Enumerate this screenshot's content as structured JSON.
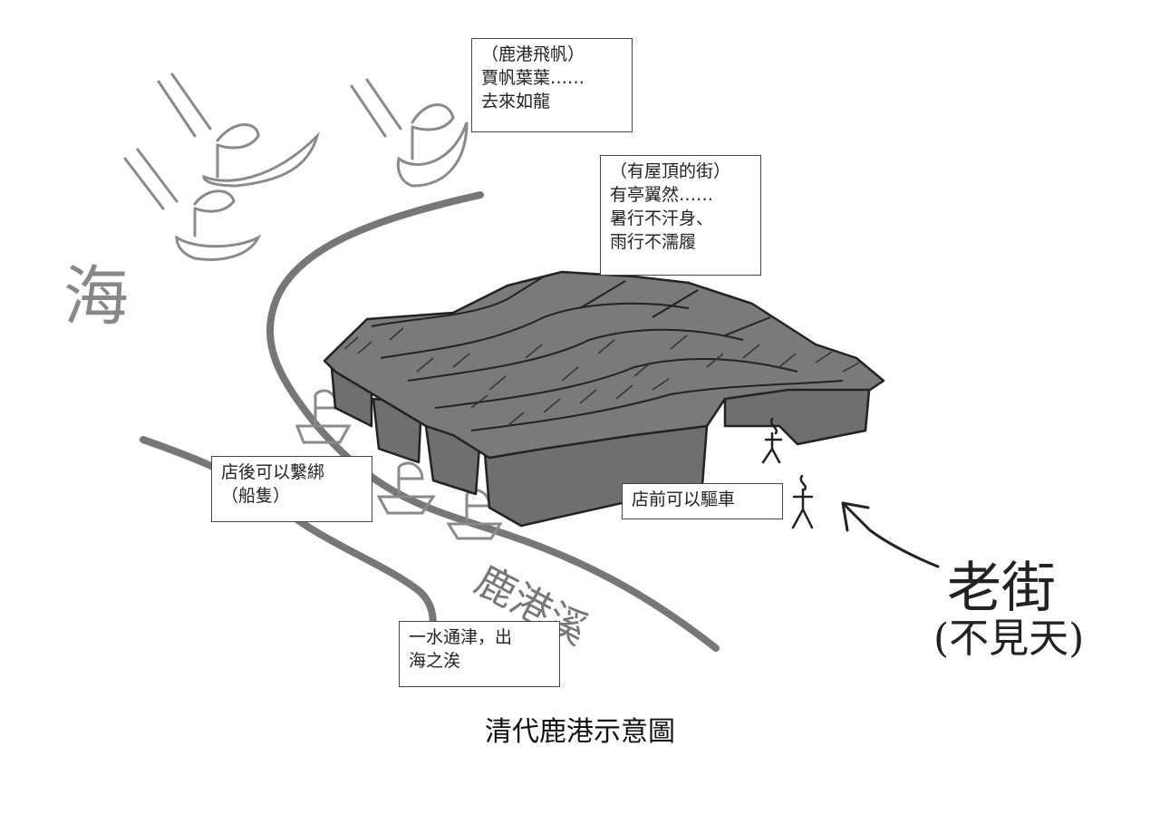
{
  "boxes": {
    "sails": {
      "lines": [
        "（鹿港飛帆）",
        "賈帆葉葉……",
        "去來如龍"
      ]
    },
    "roof_street": {
      "lines": [
        "（有屋頂的街）",
        "有亭翼然……",
        "暑行不汗身、",
        "雨行不濡履"
      ]
    },
    "back_of_shop": {
      "lines": [
        "店後可以繫綁",
        "（船隻）"
      ]
    },
    "front_of_shop": {
      "lines": [
        "店前可以驅車"
      ]
    },
    "river_mouth": {
      "lines": [
        "一水通津，出",
        "海之涘"
      ]
    }
  },
  "handwritten": {
    "sea": "海",
    "creek": "鹿港溪",
    "old_street": "老街",
    "no_sky": "(不見天)"
  },
  "caption": "清代鹿港示意圖",
  "colors": {
    "roof_fill": "#7a7a7a",
    "wall_fill": "#6f6f6f",
    "river_line": "#707070",
    "sketch_line": "#555555"
  }
}
